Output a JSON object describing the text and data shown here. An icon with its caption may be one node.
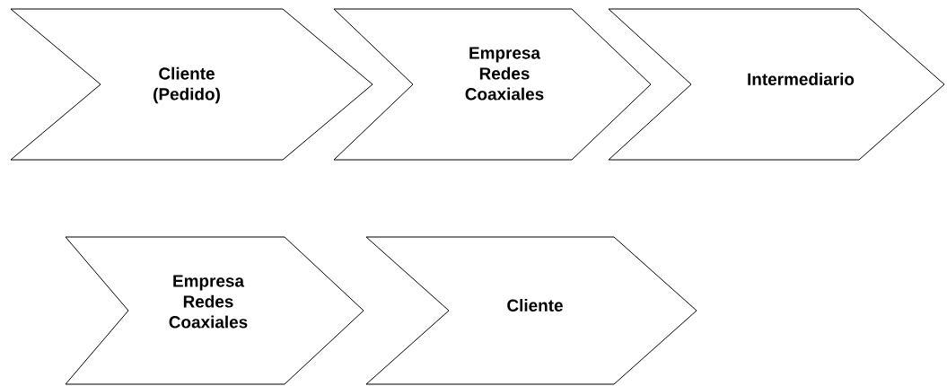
{
  "diagram": {
    "nodes": [
      {
        "text": [
          "Cliente (Pedido)"
        ]
      },
      {
        "text": [
          "Empresa Redes Coaxiales"
        ]
      },
      {
        "text": [
          "Intermediario"
        ]
      },
      {
        "text": [
          "Empresa Redes Coaxiales"
        ]
      },
      {
        "text": [
          "Cliente"
        ]
      }
    ]
  }
}
